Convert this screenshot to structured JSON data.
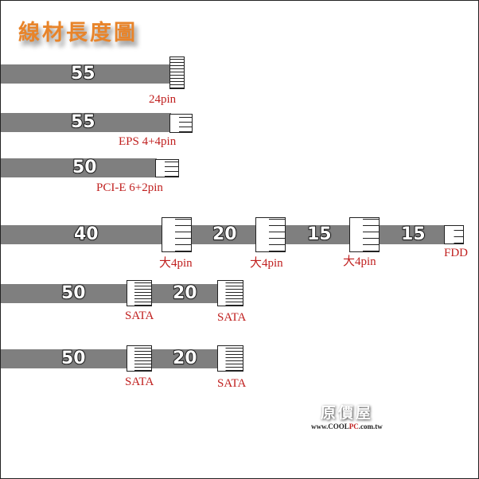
{
  "title": "線材長度圖",
  "rows": [
    {
      "segments": [
        "55"
      ],
      "connectors": [
        "24pin"
      ]
    },
    {
      "segments": [
        "55"
      ],
      "connectors": [
        "EPS 4+4pin"
      ]
    },
    {
      "segments": [
        "50"
      ],
      "connectors": [
        "PCI-E 6+2pin"
      ]
    },
    {
      "segments": [
        "40",
        "20",
        "15",
        "15"
      ],
      "connectors": [
        "大4pin",
        "大4pin",
        "大4pin",
        "FDD"
      ]
    },
    {
      "segments": [
        "50",
        "20"
      ],
      "connectors": [
        "SATA",
        "SATA"
      ]
    },
    {
      "segments": [
        "50",
        "20"
      ],
      "connectors": [
        "SATA",
        "SATA"
      ]
    }
  ],
  "watermark": {
    "name": "原價屋",
    "url_a": "www.COOL",
    "url_b": "PC",
    "url_c": ".com.tw"
  }
}
